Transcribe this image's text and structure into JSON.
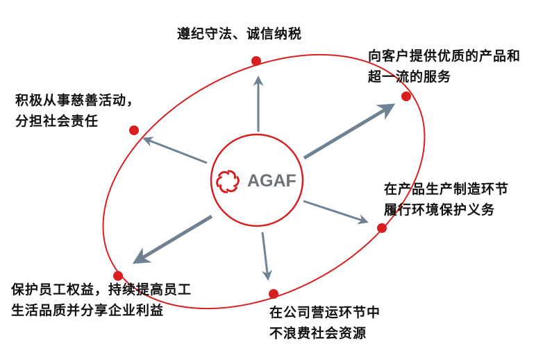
{
  "center": {
    "logo_text": "AGAF"
  },
  "nodes": [
    {
      "id": "top",
      "lines": [
        "遵纪守法、诚信纳税"
      ]
    },
    {
      "id": "top-right",
      "lines": [
        "向客户提供优质的产品和",
        "超一流的服务"
      ]
    },
    {
      "id": "left",
      "lines": [
        "积极从事慈善活动，",
        "分担社会责任"
      ]
    },
    {
      "id": "right",
      "lines": [
        "在产品生产制造环节",
        "履行环境保护义务"
      ]
    },
    {
      "id": "bottom-left",
      "lines": [
        "保护员工权益，持续提高员工",
        "生活品质并分享企业利益"
      ]
    },
    {
      "id": "bottom",
      "lines": [
        "在公司营运环节中",
        "不浪费社会资源"
      ]
    }
  ],
  "colors": {
    "ring": "#d81e1e",
    "arrow": "#6f8294",
    "logo": "#d81e1e"
  }
}
